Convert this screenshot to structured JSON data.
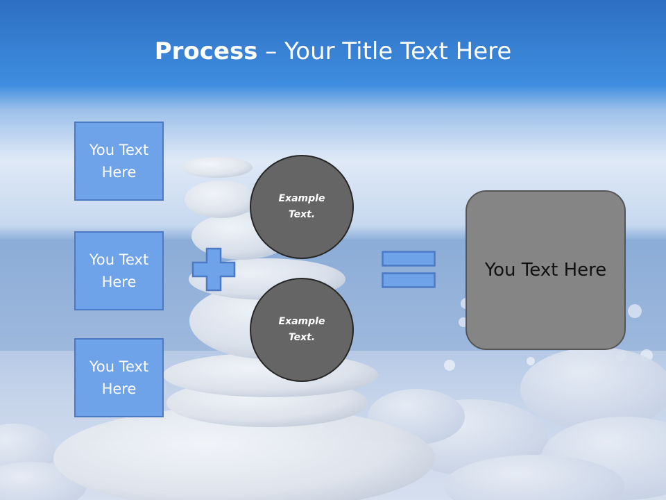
{
  "slide": {
    "title_bold": "Process",
    "title_rest": " – Your Title Text Here"
  },
  "left_boxes": [
    {
      "line1": "You Text",
      "line2": "Here"
    },
    {
      "line1": "You Text",
      "line2": "Here"
    },
    {
      "line1": "You Text",
      "line2": "Here"
    }
  ],
  "circles": [
    {
      "line1": "Example",
      "line2": "Text."
    },
    {
      "line1": "Example",
      "line2": "Text."
    }
  ],
  "operators": {
    "plus": "plus-icon",
    "equals": "equals-icon"
  },
  "result_box": {
    "text": "You Text Here"
  },
  "colors": {
    "box_fill": "#6ea3ea",
    "box_border": "#4b79c4",
    "circle_fill": "#656565",
    "result_fill": "#858585",
    "sky_top": "#2f73c4"
  }
}
